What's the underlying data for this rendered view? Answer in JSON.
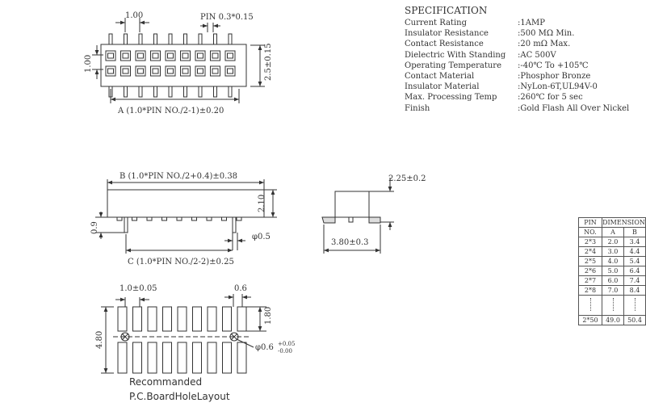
{
  "drawing": {
    "top_view": {
      "pitch": "1.00",
      "pin_size": "PIN 0.3*0.15",
      "row_pitch": "1.00",
      "height": "2.5±0.15",
      "dim_a": "A (1.0*PIN NO./2-1)±0.20"
    },
    "side_view": {
      "dim_b": "B (1.0*PIN NO./2+0.4)±0.38",
      "body_height": "2.10",
      "standoff": "0.9",
      "pin_dia": "φ0.5",
      "dim_c": "C (1.0*PIN NO./2-2)±0.25"
    },
    "end_view": {
      "height": "2.25±0.2",
      "width": "3.80±0.3"
    },
    "pcb_layout": {
      "pitch": "1.0±0.05",
      "pad_width": "0.6",
      "pad_height": "1.80",
      "total_height": "4.80",
      "hole_dia": "φ0.6",
      "hole_tol_upper": "+0.05",
      "hole_tol_lower": "-0.00",
      "caption_line1": "Recommanded",
      "caption_line2": "P.C.BoardHoleLayout"
    }
  },
  "specification": {
    "title": "SPECIFICATION",
    "rows": [
      {
        "name": "Current Rating",
        "value": ":1AMP"
      },
      {
        "name": "Insulator Resistance",
        "value": ":500 MΩ Min."
      },
      {
        "name": "Contact Resistance",
        "value": ":20 mΩ Max."
      },
      {
        "name": "Dielectric With Standing",
        "value": ":AC 500V"
      },
      {
        "name": "Operating Temperature",
        "value": ":-40℃ To +105℃"
      },
      {
        "name": "Contact Material",
        "value": ":Phosphor Bronze"
      },
      {
        "name": "Insulator Material",
        "value": ":NyLon-6T,UL94V-0"
      },
      {
        "name": "Max. Processing Temp",
        "value": ":260℃ for 5 sec"
      },
      {
        "name": "Finish",
        "value": ":Gold Flash All Over Nickel"
      }
    ]
  },
  "dimension_table": {
    "header_pin": "PIN",
    "header_no": "NO.",
    "header_dimension": "DIMENSION",
    "col_a": "A",
    "col_b": "B",
    "rows": [
      {
        "pin": "2*3",
        "a": "2.0",
        "b": "3.4"
      },
      {
        "pin": "2*4",
        "a": "3.0",
        "b": "4.4"
      },
      {
        "pin": "2*5",
        "a": "4.0",
        "b": "5.4"
      },
      {
        "pin": "2*6",
        "a": "5.0",
        "b": "6.4"
      },
      {
        "pin": "2*7",
        "a": "6.0",
        "b": "7.4"
      },
      {
        "pin": "2*8",
        "a": "7.0",
        "b": "8.4"
      }
    ],
    "last_row": {
      "pin": "2*50",
      "a": "49.0",
      "b": "50.4"
    }
  }
}
